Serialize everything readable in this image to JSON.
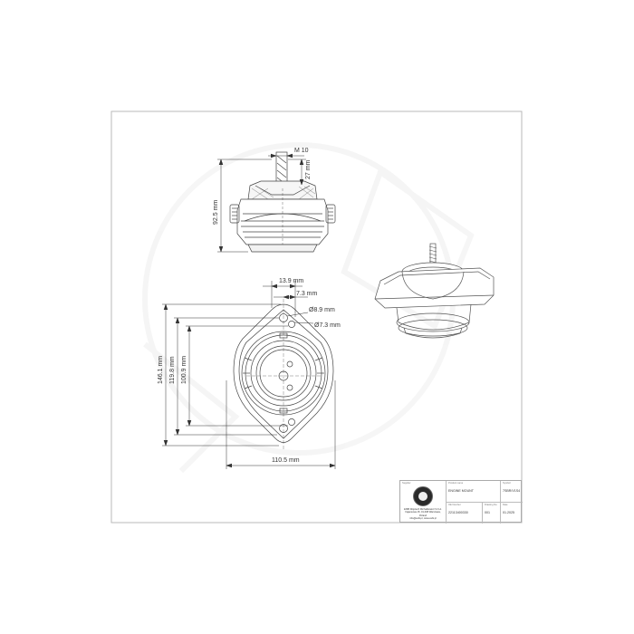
{
  "drawing": {
    "side_view": {
      "thread_label": "M 10",
      "stud_length": "27 mm",
      "height": "92.5 mm"
    },
    "top_view": {
      "hole_offset_1": "13.9 mm",
      "hole_offset_2": "7.3 mm",
      "hole_diameter_1": "Ø8.9 mm",
      "hole_diameter_2": "Ø7.3 mm",
      "height_total": "146.1 mm",
      "height_mid": "119.8 mm",
      "height_inner": "100.9 mm",
      "width": "110.5 mm"
    }
  },
  "title_block": {
    "company_label": "Supplier",
    "company_lines": [
      "ESBI Wojciech Michalkiewicz S.K.A.",
      "Fajansowa 15, 01-008 Warszawa, Poland",
      "info@esbi.pl, www.esbi.pl"
    ],
    "product_name_label": "Product name",
    "product_name": "ENGINE MOUNT",
    "symbol_label": "Symbol",
    "symbol": "7SBR/V1S4",
    "oe_label": "OE Number",
    "oe_number": "22113400330",
    "drawing_no_label": "Drawing No.",
    "drawing_no": "001",
    "date_label": "Date",
    "date": "01.2025"
  }
}
